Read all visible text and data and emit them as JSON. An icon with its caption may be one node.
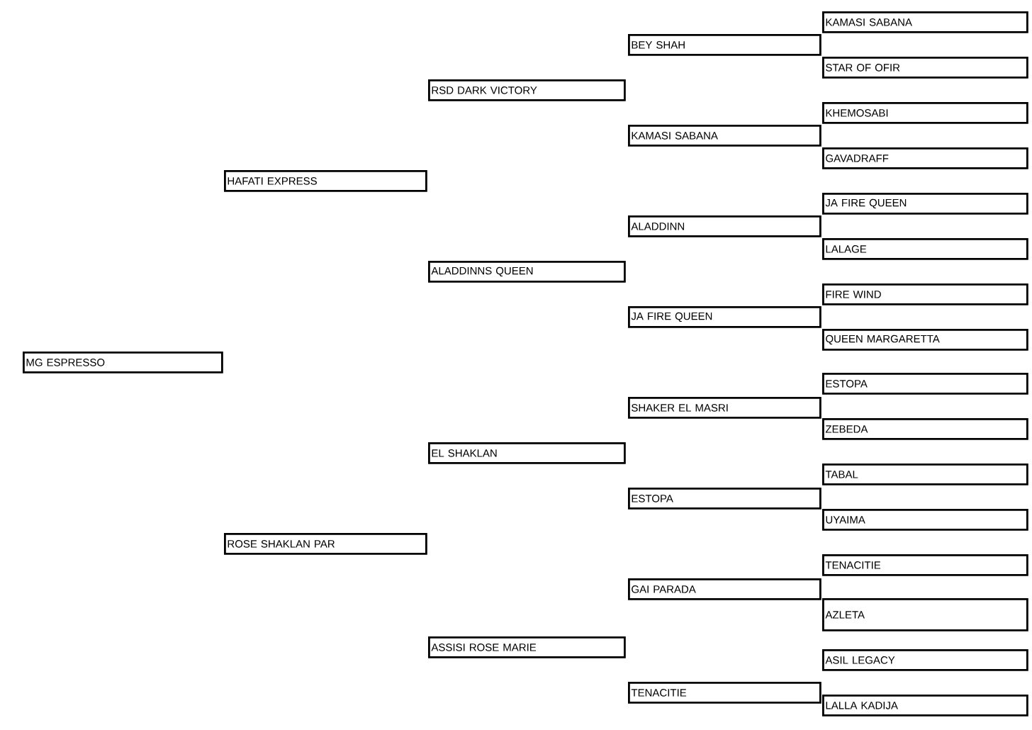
{
  "diagram": {
    "nodes": [
      {
        "text": [
          "MG ESPRESSO"
        ]
      },
      {
        "text": [
          "HAFATI EXPRESS"
        ]
      },
      {
        "text": [
          "ROSE SHAKLAN PAR"
        ]
      },
      {
        "text": [
          "RSD DARK VICTORY"
        ]
      },
      {
        "text": [
          "ALADDINNS QUEEN"
        ]
      },
      {
        "text": [
          "EL SHAKLAN"
        ]
      },
      {
        "text": [
          "ASSISI ROSE MARIE"
        ]
      },
      {
        "text": [
          "BEY SHAH"
        ]
      },
      {
        "text": [
          "KAMASI SABANA"
        ]
      },
      {
        "text": [
          "ALADDINN"
        ]
      },
      {
        "text": [
          "JA FIRE QUEEN"
        ]
      },
      {
        "text": [
          "SHAKER EL MASRI"
        ]
      },
      {
        "text": [
          "ESTOPA"
        ]
      },
      {
        "text": [
          "GAI PARADA"
        ]
      },
      {
        "text": [
          "TENACITIE"
        ]
      },
      {
        "text": [
          "KAMASI SABANA"
        ]
      },
      {
        "text": [
          "STAR OF OFIR"
        ]
      },
      {
        "text": [
          "KHEMOSABI"
        ]
      },
      {
        "text": [
          "GAVADRAFF"
        ]
      },
      {
        "text": [
          "JA FIRE QUEEN"
        ]
      },
      {
        "text": [
          "LALAGE"
        ]
      },
      {
        "text": [
          "FIRE WIND"
        ]
      },
      {
        "text": [
          "QUEEN MARGARETTA"
        ]
      },
      {
        "text": [
          "ESTOPA"
        ]
      },
      {
        "text": [
          "ZEBEDA"
        ]
      },
      {
        "text": [
          "TABAL"
        ]
      },
      {
        "text": [
          "UYAIMA"
        ]
      },
      {
        "text": [
          "TENACITIE"
        ]
      },
      {
        "text": [
          "AZLETA"
        ]
      },
      {
        "text": [
          "ASIL LEGACY"
        ]
      },
      {
        "text": [
          "LALLA KADIJA"
        ]
      }
    ]
  }
}
